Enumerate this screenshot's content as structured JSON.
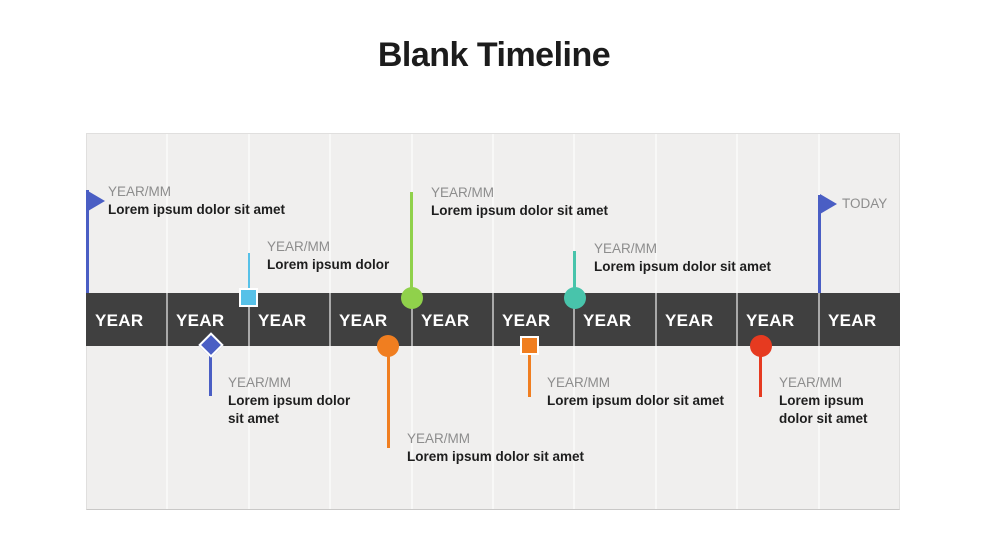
{
  "title": "Blank Timeline",
  "colors": {
    "blue": "#4a5ec4",
    "cyan": "#57c1e8",
    "green": "#90d14b",
    "teal": "#48c4ab",
    "orange": "#f07e20",
    "red": "#e63a20",
    "band": "#404040",
    "panel_bg": "#f0efee",
    "date_text": "#8d8d8d",
    "body_text": "#1e1e1e"
  },
  "band": {
    "labels": [
      "YEAR",
      "YEAR",
      "YEAR",
      "YEAR",
      "YEAR",
      "YEAR",
      "YEAR",
      "YEAR",
      "YEAR",
      "YEAR"
    ]
  },
  "milestones": {
    "start_flag": {
      "date": "YEAR/MM",
      "text": "Lorem ipsum dolor sit amet"
    },
    "cyan_square": {
      "date": "YEAR/MM",
      "text": "Lorem ipsum dolor"
    },
    "green_circle": {
      "date": "YEAR/MM",
      "text": "Lorem ipsum dolor sit amet"
    },
    "teal_circle": {
      "date": "YEAR/MM",
      "text": "Lorem ipsum dolor sit amet"
    },
    "today_flag": {
      "label": "TODAY"
    },
    "blue_diamond": {
      "date": "YEAR/MM",
      "text": "Lorem ipsum dolor sit amet"
    },
    "orange_circle": {
      "date": "YEAR/MM",
      "text": "Lorem ipsum dolor sit amet"
    },
    "orange_square": {
      "date": "YEAR/MM",
      "text": "Lorem ipsum dolor sit amet"
    },
    "red_circle": {
      "date": "YEAR/MM",
      "text": "Lorem ipsum dolor sit amet"
    }
  }
}
